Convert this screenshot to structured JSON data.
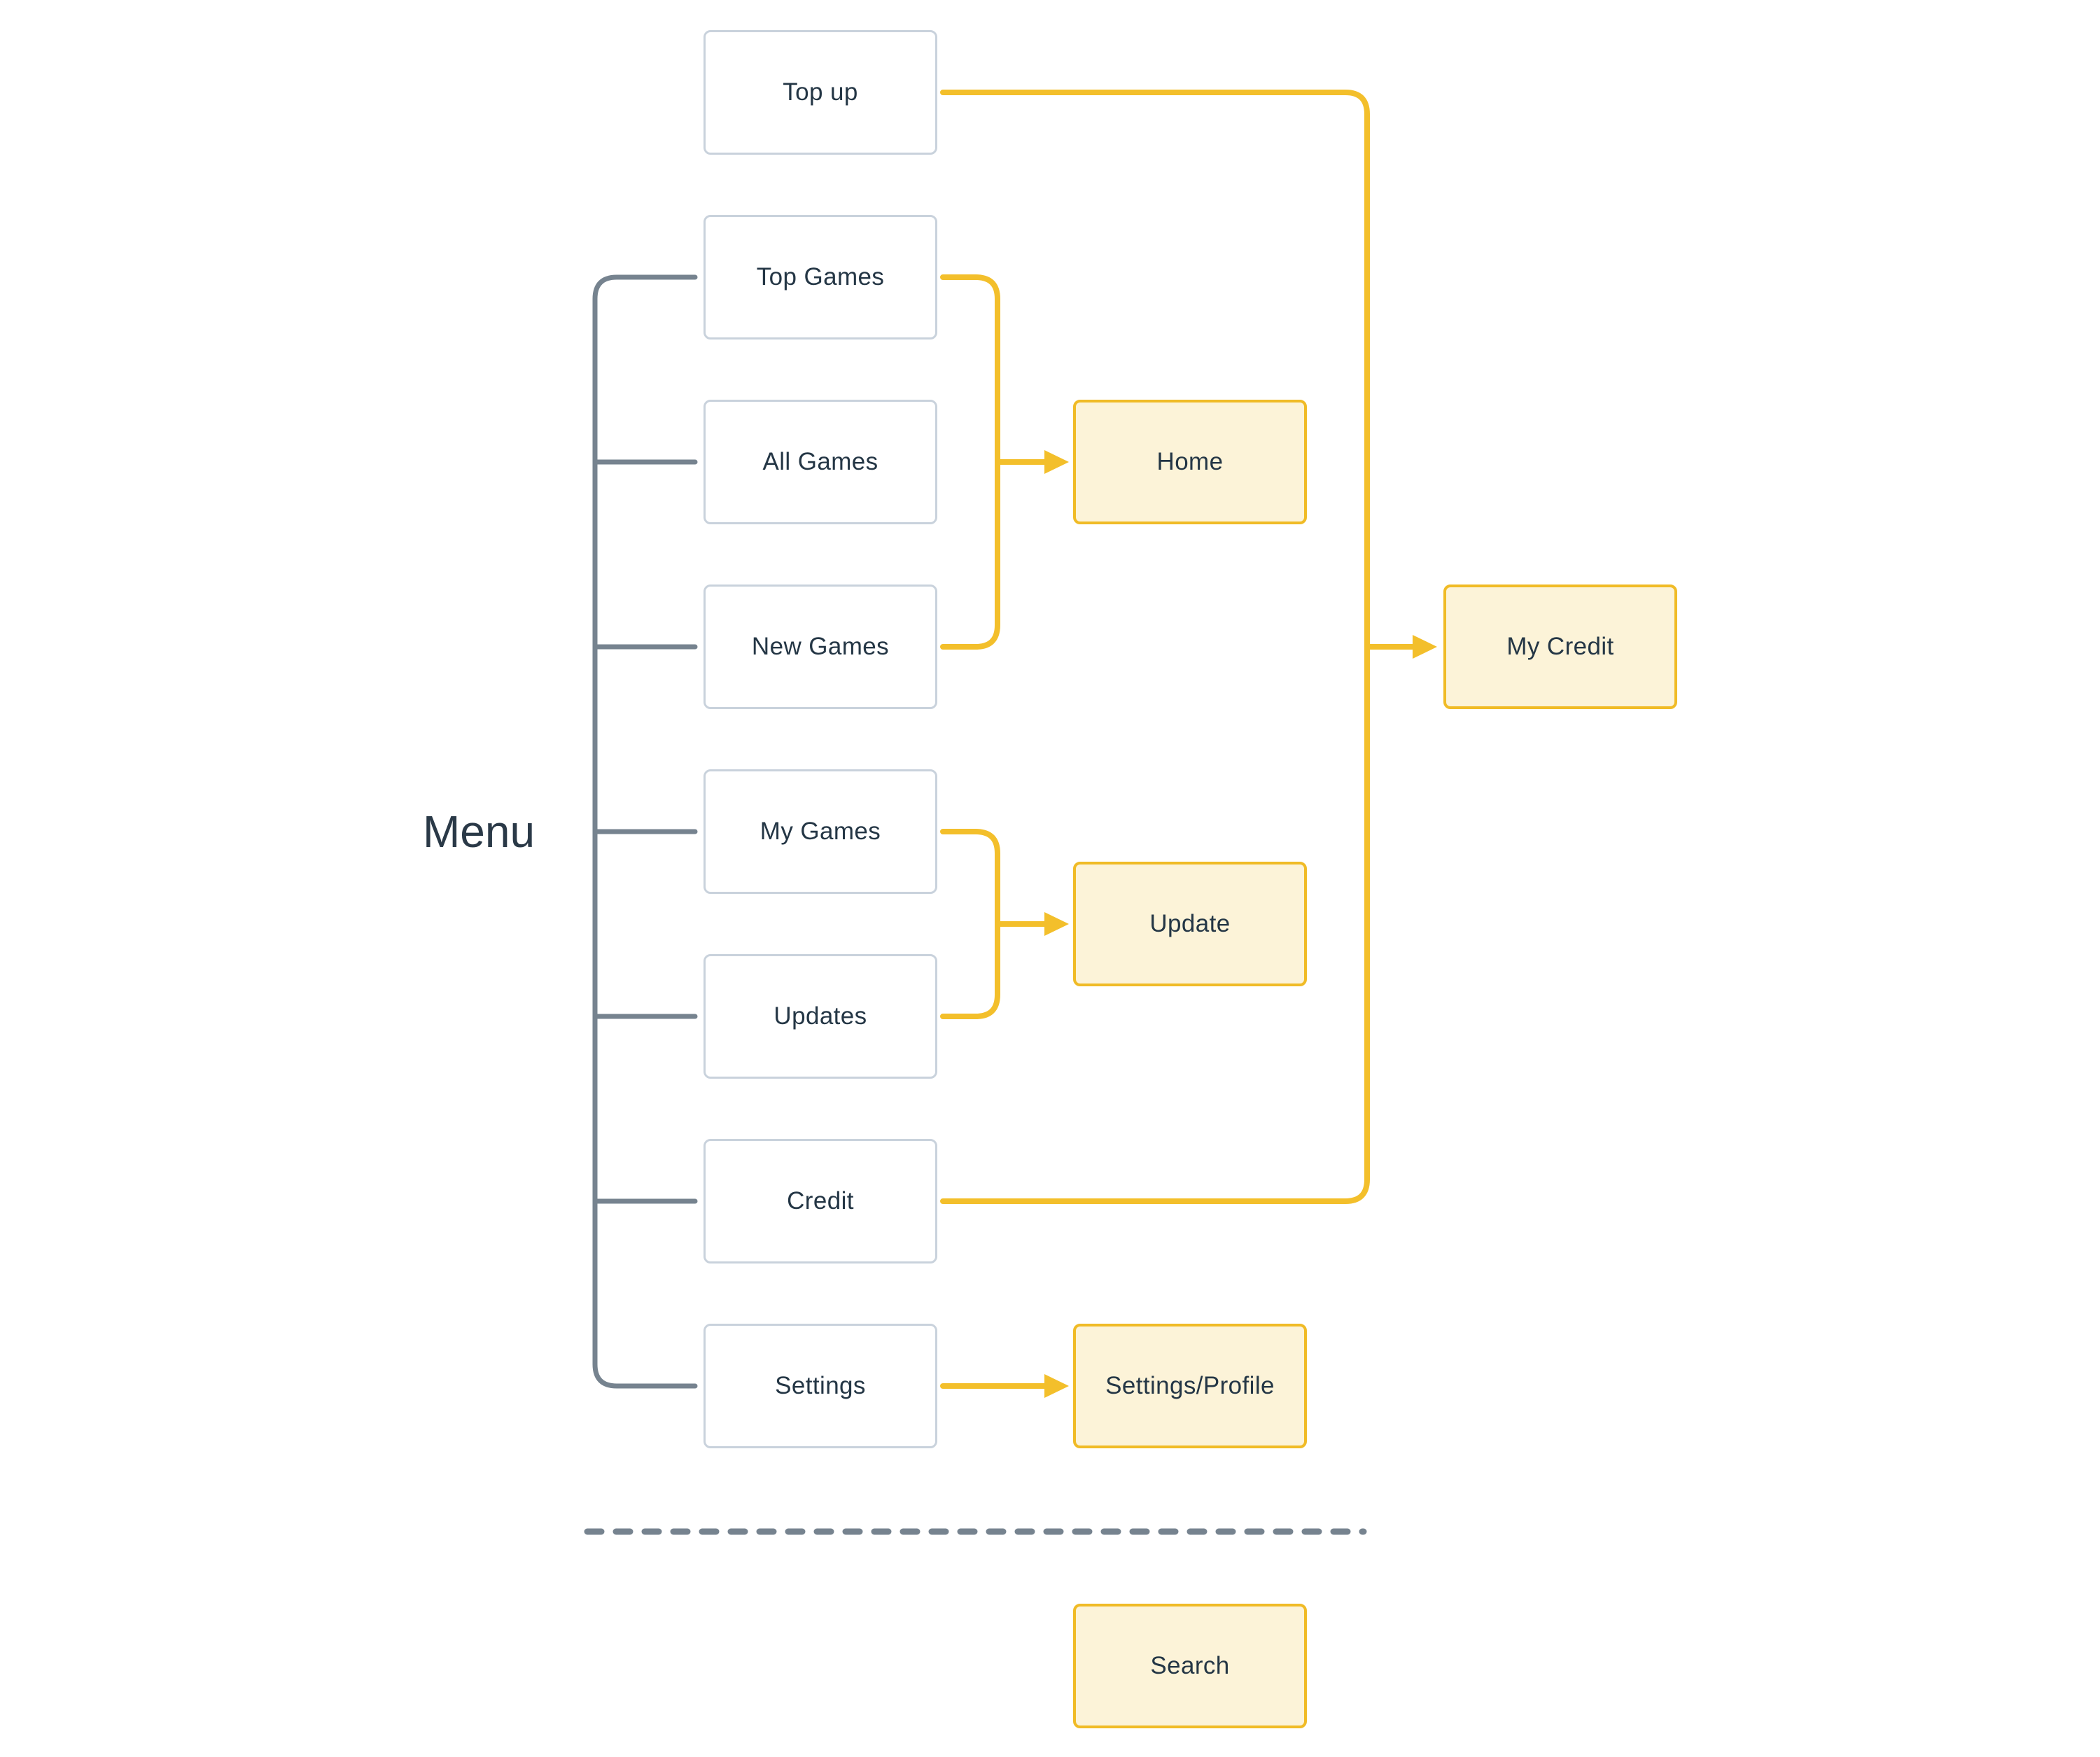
{
  "menu": {
    "label": "Menu"
  },
  "nodes": {
    "top_up": {
      "label": "Top up"
    },
    "top_games": {
      "label": "Top Games"
    },
    "all_games": {
      "label": "All Games"
    },
    "new_games": {
      "label": "New Games"
    },
    "my_games": {
      "label": "My Games"
    },
    "updates": {
      "label": "Updates"
    },
    "credit": {
      "label": "Credit"
    },
    "settings": {
      "label": "Settings"
    },
    "home": {
      "label": "Home"
    },
    "update": {
      "label": "Update"
    },
    "settings_profile": {
      "label": "Settings/Profile"
    },
    "my_credit": {
      "label": "My Credit"
    },
    "search": {
      "label": "Search"
    }
  },
  "colors": {
    "accent_yellow": "#F3BF2B",
    "accent_yellow_border": "#F0BB26",
    "accent_fill": "#FCF3D8",
    "slate_line": "#76838F",
    "node_border": "#C9D2DC",
    "text": "#243645",
    "background": "#FFFFFF"
  }
}
